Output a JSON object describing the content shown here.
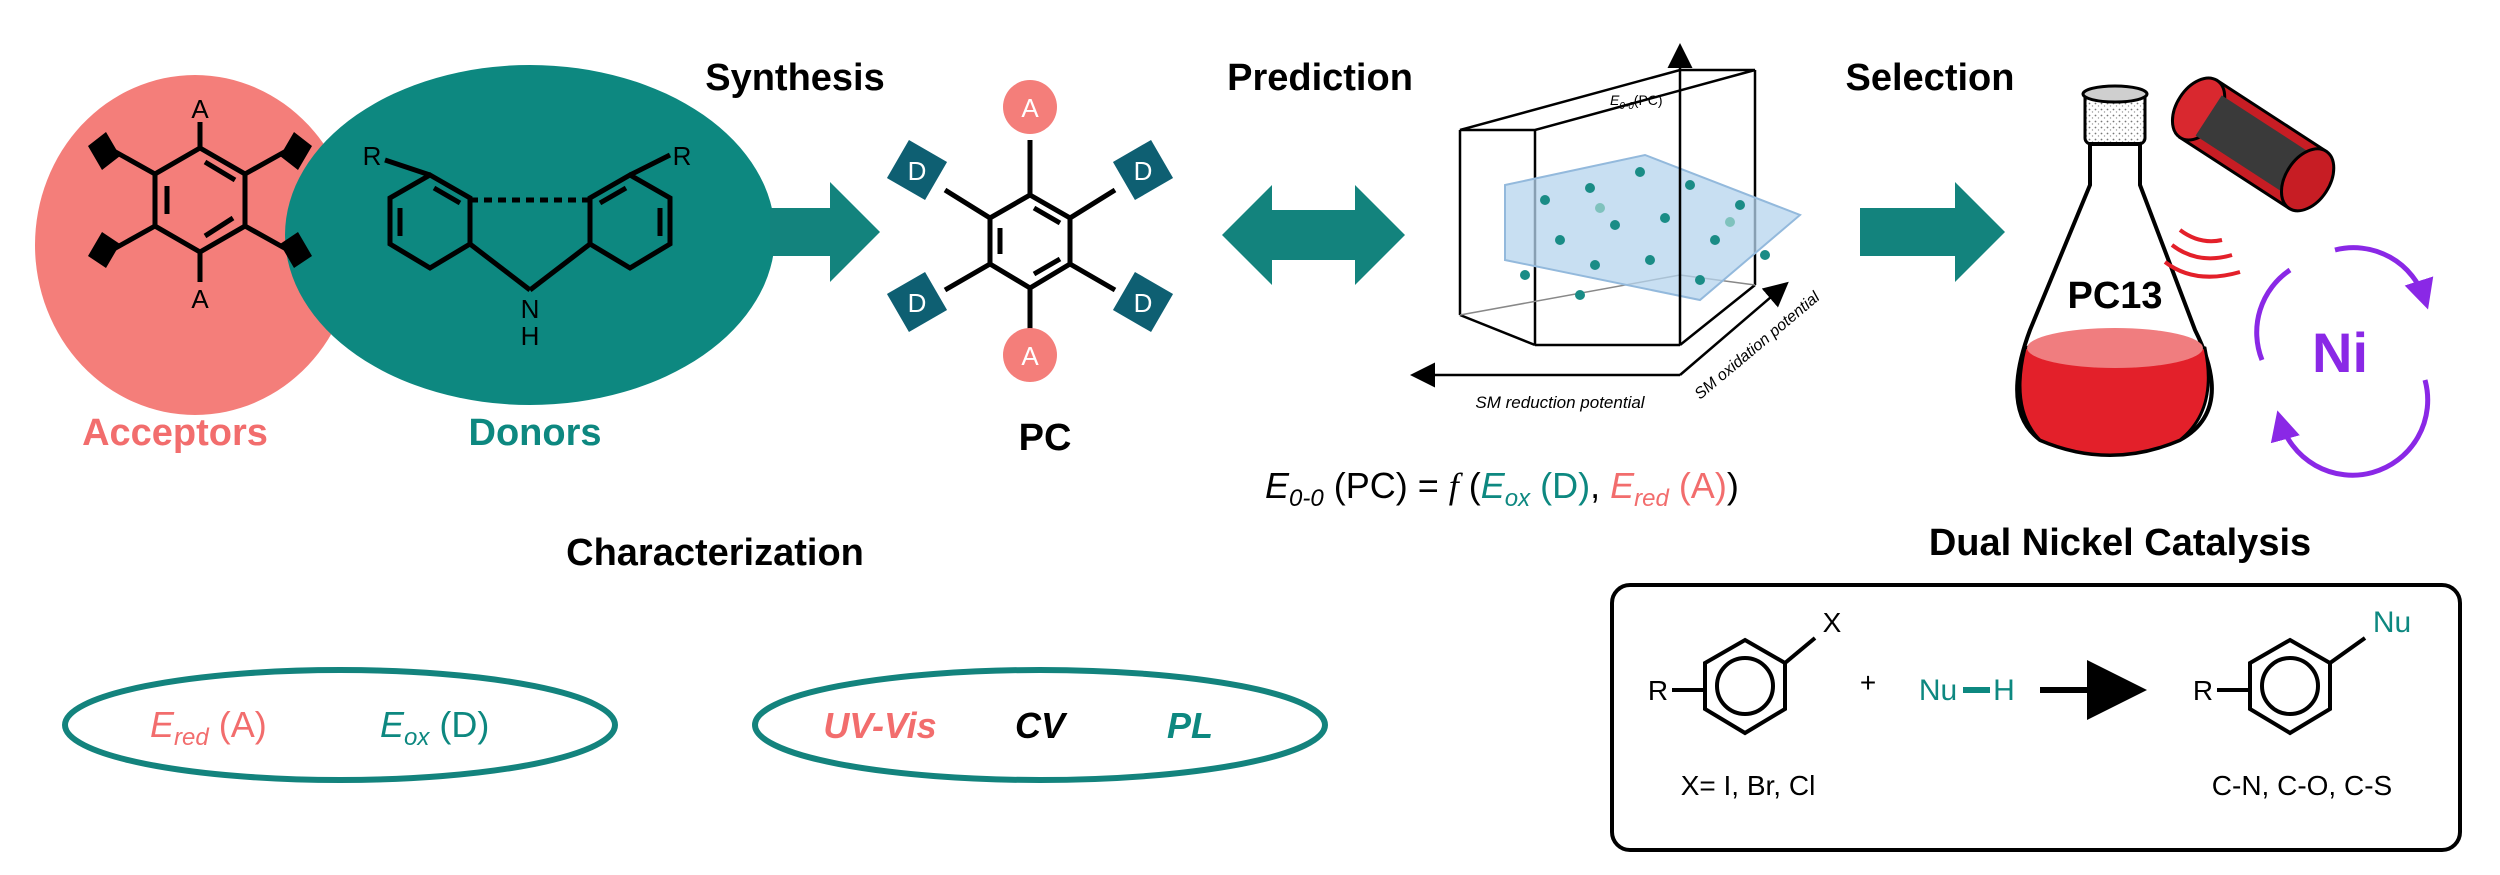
{
  "colors": {
    "acceptor": "#f47e7a",
    "acceptor_text": "#f26d6d",
    "donor": "#0d8880",
    "donor_dark": "#0e5f72",
    "arrow": "#13837d",
    "nickel": "#8a28e6",
    "flask_liquid": "#e3202a",
    "plane": "#b6d4ee"
  },
  "headings": {
    "synthesis": "Synthesis",
    "prediction": "Prediction",
    "selection": "Selection",
    "characterization": "Characterization",
    "dual_nickel": "Dual Nickel Catalysis"
  },
  "labels": {
    "acceptors": "Acceptors",
    "donors": "Donors",
    "pc": "PC",
    "acceptor_atom": "A",
    "donor_sub": "R",
    "nh": "N",
    "h": "H",
    "substituent_a": "A",
    "substituent_d": "D",
    "photocatalyst": "PC13",
    "nickel": "Ni"
  },
  "plot": {
    "z_axis": "(PC)",
    "z_axis_sub": "E",
    "z_axis_subscript": "0-0",
    "x_axis": "SM reduction potential",
    "y_axis": "SM oxidation potential"
  },
  "equation": {
    "lhs": "E",
    "lhs_sub": "0-0",
    "lhs_rest": " (PC) = ",
    "f": "f",
    "open": " (",
    "eox": "E",
    "eox_sub": "ox",
    "eox_arg": " (D)",
    "comma": ", ",
    "ered": "E",
    "ered_sub": "red",
    "ered_arg": " (A)",
    "close": ")"
  },
  "characterization": {
    "ered": "E",
    "ered_sub": "red",
    "ered_arg": " (A)",
    "eox": "E",
    "eox_sub": "ox",
    "eox_arg": " (D)",
    "uvvis": "UV-Vis",
    "cv": "CV",
    "pl": "PL"
  },
  "reaction": {
    "x": "X",
    "r": "R",
    "plus": "+",
    "nu": "Nu",
    "h": "H",
    "product_nu": "Nu",
    "product_r": "R",
    "halides": "X= I, Br, Cl",
    "bonds": "C-N, C-O, C-S"
  }
}
